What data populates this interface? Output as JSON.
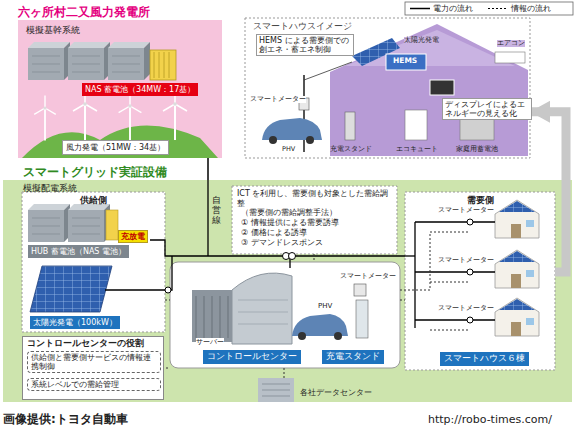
{
  "diagram": {
    "nodes": [
      {
        "text": [
          "六ヶ所村二又風力発電所",
          "模擬基幹系統"
        ]
      },
      {
        "text": [
          "NAS 蓄電池（34MW：17基）"
        ],
        "in": 0
      },
      {
        "text": [
          "風力発電（51MW：34基）"
        ],
        "in": 0
      },
      {
        "text": [
          "スマートハウスイメージ"
        ]
      },
      {
        "text": [
          "スマートグリッド実証設備",
          "模擬配電系統"
        ]
      },
      {
        "text": [
          "供給側"
        ],
        "in": 4
      },
      {
        "text": [
          "HUB 蓄電池（NAS 電池）"
        ],
        "in": 5
      },
      {
        "text": [
          "充放電"
        ],
        "in": 5
      },
      {
        "text": [
          "太陽光発電（100kW）"
        ],
        "in": 5
      },
      {
        "text": [
          "ICT を利用し、需要側も対象とした需給調整",
          "（需要側の需給調整手法）",
          "① 情報提供による需要誘導",
          "② 価格による誘導",
          "③ デマンドレスポンス"
        ],
        "in": 4
      },
      {
        "text": [
          "コントロールセンター"
        ],
        "in": 4
      },
      {
        "text": [
          "充電スタンド"
        ],
        "in": 4
      },
      {
        "text": [
          "需要側"
        ],
        "in": 4
      },
      {
        "text": [
          "スマートハウス６棟"
        ],
        "in": 12
      },
      {
        "text": [
          "コントロールセンターの役割"
        ],
        "in": 4
      },
      {
        "text": [
          "供給側と需要側サービスの情報連携制御"
        ],
        "in": 14
      },
      {
        "text": [
          "系統レベルでの需給管理"
        ],
        "in": 14
      }
    ],
    "edges": [
      {
        "from": 0,
        "to": 4,
        "arrow": "none"
      },
      {
        "from": 12,
        "to": 3,
        "arrow": "to"
      }
    ],
    "labels": [
      "HEMS による需要側での創エネ・蓄エネ制御",
      "ディスプレイによるエネルギーの見える化",
      "HEMS",
      "太陽光発電",
      "スマートメーター",
      "PHV",
      "充電スタンド",
      "エコキュート",
      "家庭用蓄電池",
      "エアコン",
      "自営線",
      "サーバー",
      "スマートメーター",
      "PHV",
      "スマートメーター",
      "スマートメーター",
      "スマートメーター",
      "各社データセンター",
      "画像提供:トヨタ自動車",
      "http://robo-times.com/"
    ],
    "legend": [
      {
        "text": "電力の流れ"
      },
      {
        "text": "情報の流れ"
      }
    ]
  }
}
